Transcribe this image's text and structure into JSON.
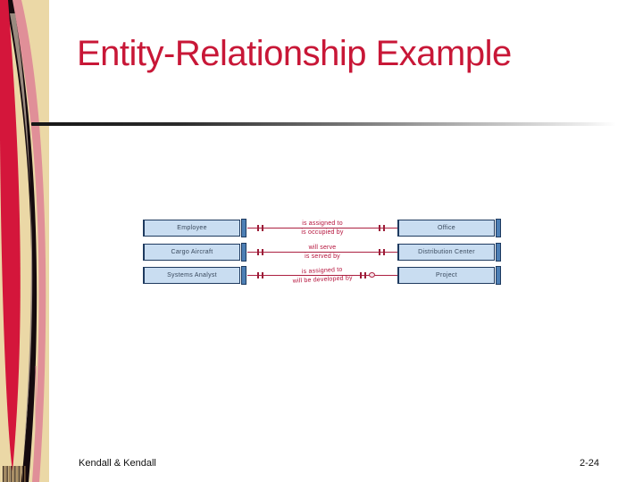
{
  "slide": {
    "title": "Entity-Relationship Example",
    "footer_left": "Kendall & Kendall",
    "footer_right": "2-24"
  },
  "colors": {
    "title_red": "#C81737",
    "relationship_line": "#AC2040",
    "relationship_text": "#B5123B",
    "entity_fill": "#C9DDF1",
    "entity_border": "#1E3A5F",
    "entity_side_bar": "#4D7FB5",
    "strip_tan": "#EBD8A6",
    "strip_red": "#D4163B",
    "strip_gray": "#9A8A7F",
    "strip_pink": "#E08F98",
    "strip_black": "#150A0E"
  },
  "diagram": {
    "type": "entity-relationship",
    "rows": [
      {
        "left_entity": "Employee",
        "rel_top": "is assigned to",
        "rel_bottom": "is occupied by",
        "right_entity": "Office",
        "cardinality": "one-to-one"
      },
      {
        "left_entity": "Cargo Aircraft",
        "rel_top": "will serve",
        "rel_bottom": "is served by",
        "right_entity": "Distribution Center",
        "cardinality": "one-to-many"
      },
      {
        "left_entity": "Systems Analyst",
        "rel_top": "is assigned to",
        "rel_bottom": "will be developed by",
        "right_entity": "Project",
        "cardinality": "many-to-many"
      }
    ]
  }
}
